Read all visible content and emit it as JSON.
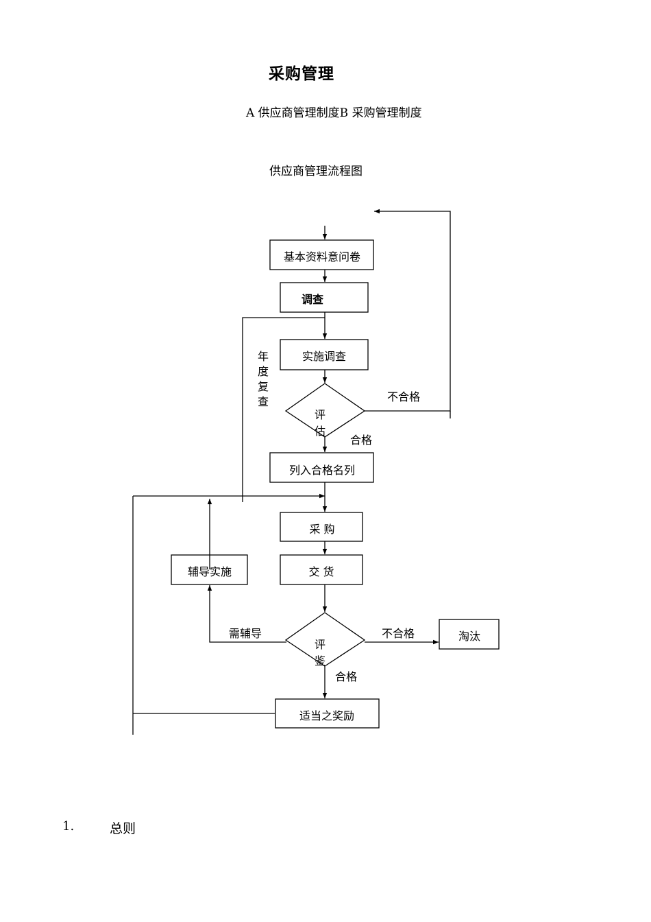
{
  "document": {
    "title": "采购管理",
    "subtitle": "A 供应商管理制度B 采购管理制度",
    "chart_title": "供应商管理流程图"
  },
  "flowchart": {
    "nodes": {
      "questionnaire": "基本资料意问卷",
      "investigation": "调查",
      "conduct": "实施调查",
      "assess_top": "评估",
      "qualified_list": "列入合格名列",
      "purchase": "采 购",
      "delivery": "交 货",
      "guidance": "辅导实施",
      "assess_bottom": "评鉴",
      "eliminate": "淘汰",
      "reward": "适当之奖励"
    },
    "labels": {
      "annual_review": "年度复查",
      "fail_top": "不合格",
      "pass_top": "合格",
      "need_guidance": "需辅导",
      "fail_bottom": "不合格",
      "pass_bottom": "合格"
    }
  },
  "sections": [
    {
      "number": "1.",
      "title": "总则"
    }
  ]
}
